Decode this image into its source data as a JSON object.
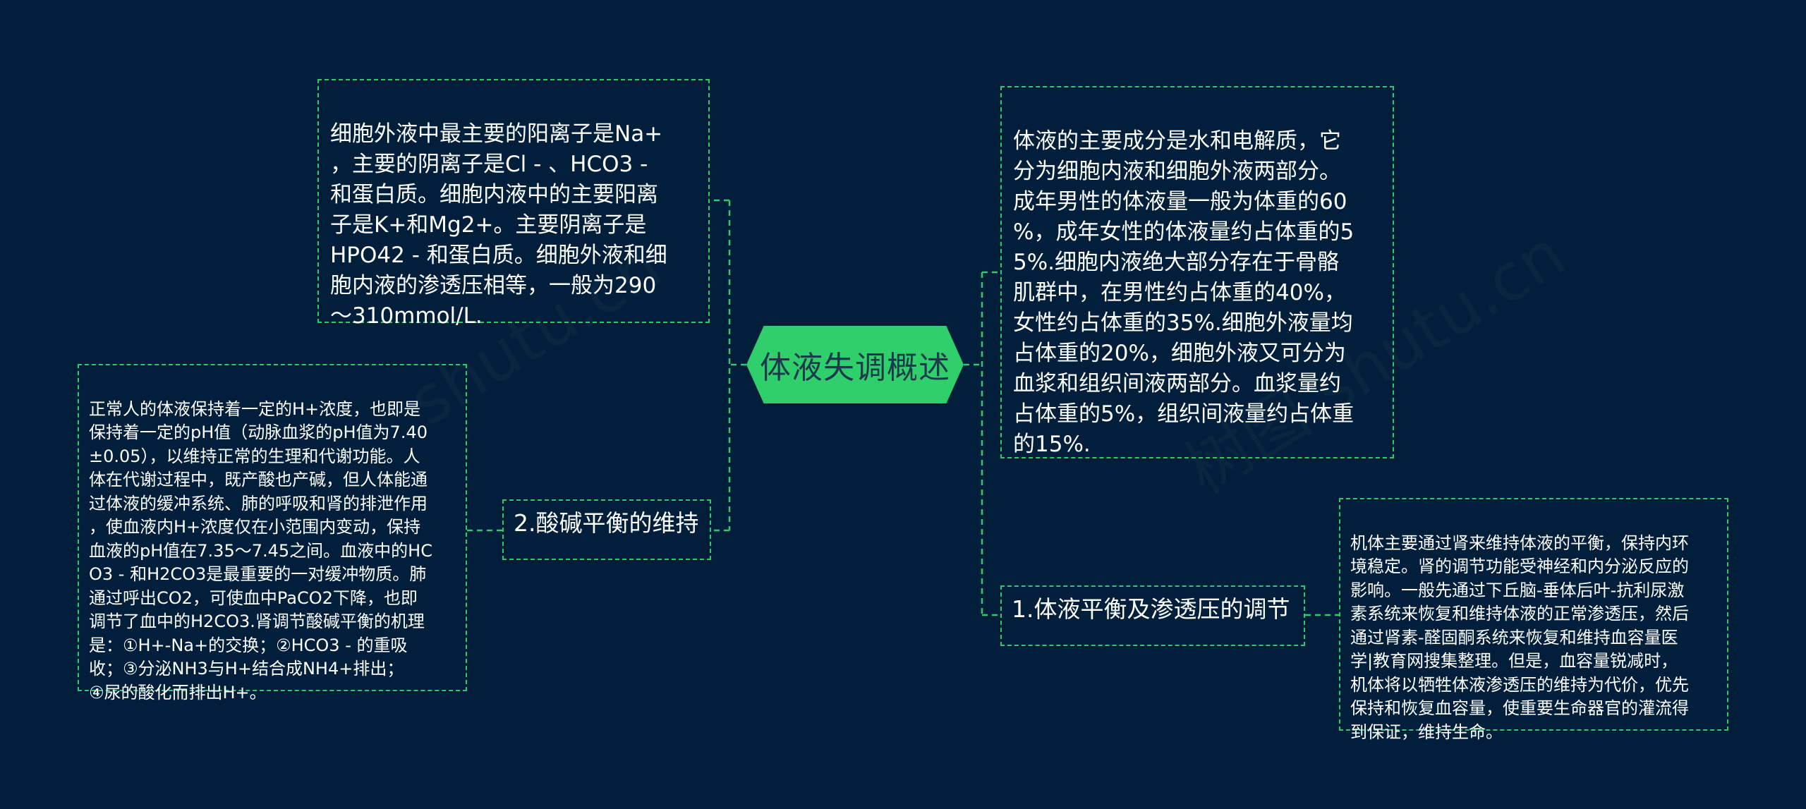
{
  "center": {
    "title": "体液失调概述"
  },
  "nodes": {
    "cations": "细胞外液中最主要的阳离子是Na+\n，主要的阴离子是Cl - 、HCO3 -\n和蛋白质。细胞内液中的主要阳离\n子是K+和Mg2+。主要阴离子是\nHPO42 - 和蛋白质。细胞外液和细\n胞内液的渗透压相等，一般为290\n～310mmol/L.",
    "composition": "体液的主要成分是水和电解质，它\n分为细胞内液和细胞外液两部分。\n成年男性的体液量一般为体重的60\n%，成年女性的体液量约占体重的5\n5%.细胞内液绝大部分存在于骨骼\n肌群中，在男性约占体重的40%，\n女性约占体重的35%.细胞外液量均\n占体重的20%，细胞外液又可分为\n血浆和组织间液两部分。血浆量约\n占体重的5%，组织间液量约占体重\n的15%.",
    "acid_base_label": "2.酸碱平衡的维持",
    "acid_base_detail": "正常人的体液保持着一定的H+浓度，也即是\n保持着一定的pH值（动脉血浆的pH值为7.40\n±0.05），以维持正常的生理和代谢功能。人\n体在代谢过程中，既产酸也产碱，但人体能通\n过体液的缓冲系统、肺的呼吸和肾的排泄作用\n，使血液内H+浓度仅在小范围内变动，保持\n血液的pH值在7.35～7.45之间。血液中的HC\nO3 - 和H2CO3是最重要的一对缓冲物质。肺\n通过呼出CO2，可使血中PaCO2下降，也即\n调节了血中的H2CO3.肾调节酸碱平衡的机理\n是：①H+-Na+的交换；②HCO3 - 的重吸\n收；③分泌NH3与H+结合成NH4+排出；\n④尿的酸化而排出H+。",
    "osmotic_label": "1.体液平衡及渗透压的调节",
    "osmotic_detail": "机体主要通过肾来维持体液的平衡，保持内环\n境稳定。肾的调节功能受神经和内分泌反应的\n影响。一般先通过下丘脑-垂体后叶-抗利尿激\n素系统来恢复和维持体液的正常渗透压，然后\n通过肾素-醛固酮系统来恢复和维持血容量医\n学|教育网搜集整理。但是，血容量锐减时，\n机体将以牺牲体液渗透压的维持为代价，优先\n保持和恢复血容量，使重要生命器官的灌流得\n到保证，维持生命。"
  },
  "style": {
    "background": "#011f3b",
    "accent": "#2fd06b",
    "line": "#2fc86a",
    "center_text": "#1d3a4c",
    "text": "#ffffff"
  }
}
